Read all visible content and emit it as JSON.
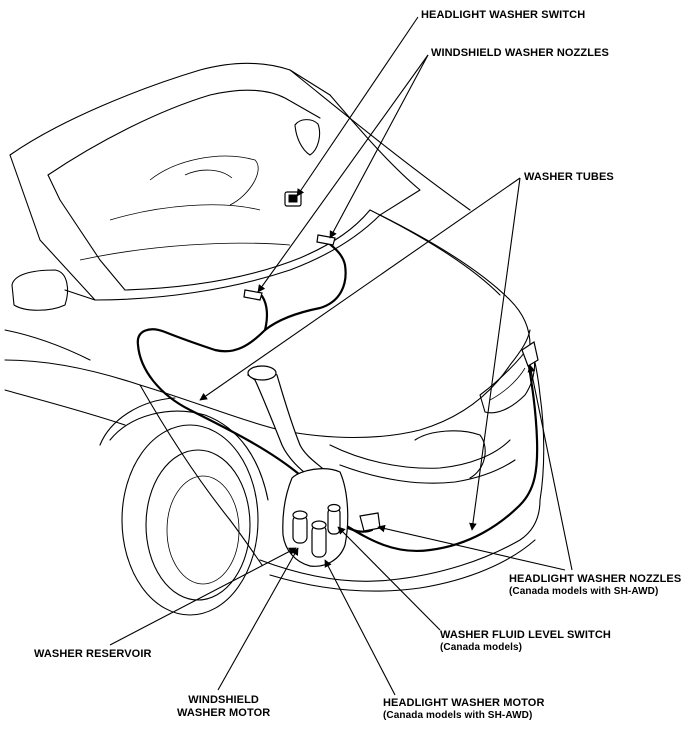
{
  "labels": {
    "headlight_washer_switch": "HEADLIGHT WASHER SWITCH",
    "windshield_washer_nozzles": "WINDSHIELD WASHER NOZZLES",
    "washer_tubes": "WASHER TUBES",
    "headlight_washer_nozzles": "HEADLIGHT WASHER NOZZLES",
    "headlight_washer_nozzles_note": "(Canada models with SH-AWD)",
    "washer_fluid_level_switch": "WASHER FLUID LEVEL SWITCH",
    "washer_fluid_level_switch_note": "(Canada models)",
    "washer_reservoir": "WASHER RESERVOIR",
    "windshield_washer_motor_line1": "WINDSHIELD",
    "windshield_washer_motor_line2": "WASHER MOTOR",
    "headlight_washer_motor": "HEADLIGHT WASHER MOTOR",
    "headlight_washer_motor_note": "(Canada models with SH-AWD)"
  }
}
